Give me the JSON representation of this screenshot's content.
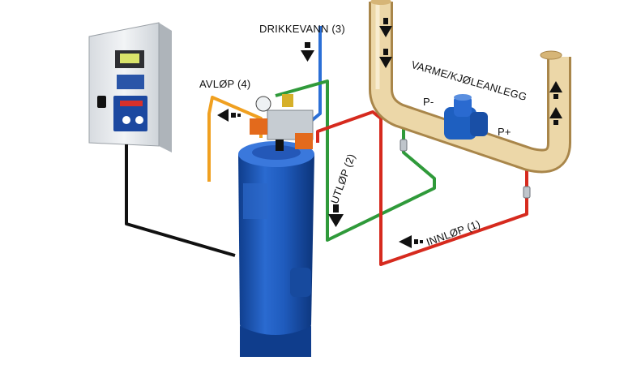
{
  "labels": {
    "drinking_water": "DRIKKEVANN (3)",
    "drain": "AVLØP (4)",
    "outlet": "UTLØP (2)",
    "inlet": "INNLØP (1)",
    "plant": "VARME/KJØLEANLEGG",
    "p_minus": "P-",
    "p_plus": "P+"
  },
  "colors": {
    "pipe_main": "#e8cf9b",
    "pipe_shade": "#c9a96a",
    "tank_blue": "#1e5fc0",
    "tank_dark": "#123f8a",
    "red_line": "#d62a1e",
    "green_line": "#2f9a3a",
    "blue_line": "#2b6fd6",
    "orange_line": "#f0a020",
    "cable": "#111111",
    "cabinet": "#e9ecef"
  },
  "icons": [
    "arrow-down-icon",
    "arrow-left-icon",
    "arrow-up-icon",
    "valve-icon",
    "control-cabinet-icon"
  ]
}
